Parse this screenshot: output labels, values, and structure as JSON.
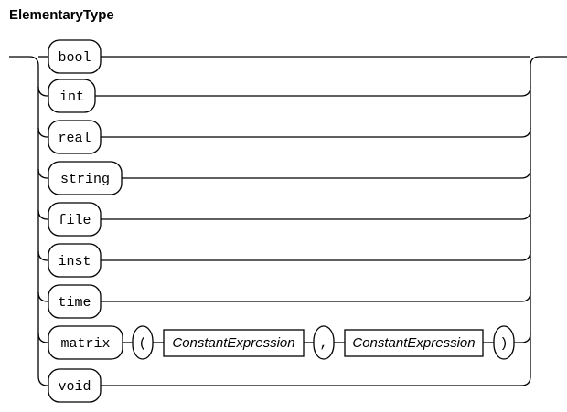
{
  "diagram": {
    "title": "ElementaryType",
    "type": "railroad-syntax-diagram",
    "stroke_color": "#000000",
    "background_color": "#ffffff",
    "alternatives": [
      {
        "id": "bool",
        "kind": "terminal",
        "label": "bool"
      },
      {
        "id": "int",
        "kind": "terminal",
        "label": "int"
      },
      {
        "id": "real",
        "kind": "terminal",
        "label": "real"
      },
      {
        "id": "string",
        "kind": "terminal",
        "label": "string"
      },
      {
        "id": "file",
        "kind": "terminal",
        "label": "file"
      },
      {
        "id": "inst",
        "kind": "terminal",
        "label": "inst"
      },
      {
        "id": "time",
        "kind": "terminal",
        "label": "time"
      },
      {
        "id": "matrix",
        "kind": "sequence",
        "label": "matrix"
      },
      {
        "id": "void",
        "kind": "terminal",
        "label": "void"
      }
    ],
    "matrix_sequence": [
      {
        "id": "matrix-keyword",
        "kind": "terminal",
        "label": "matrix"
      },
      {
        "id": "open-paren",
        "kind": "terminal",
        "label": "("
      },
      {
        "id": "const-expr-1",
        "kind": "nonterminal",
        "label": "ConstantExpression"
      },
      {
        "id": "comma",
        "kind": "terminal",
        "label": ","
      },
      {
        "id": "const-expr-2",
        "kind": "nonterminal",
        "label": "ConstantExpression"
      },
      {
        "id": "close-paren",
        "kind": "terminal",
        "label": ")"
      }
    ]
  }
}
